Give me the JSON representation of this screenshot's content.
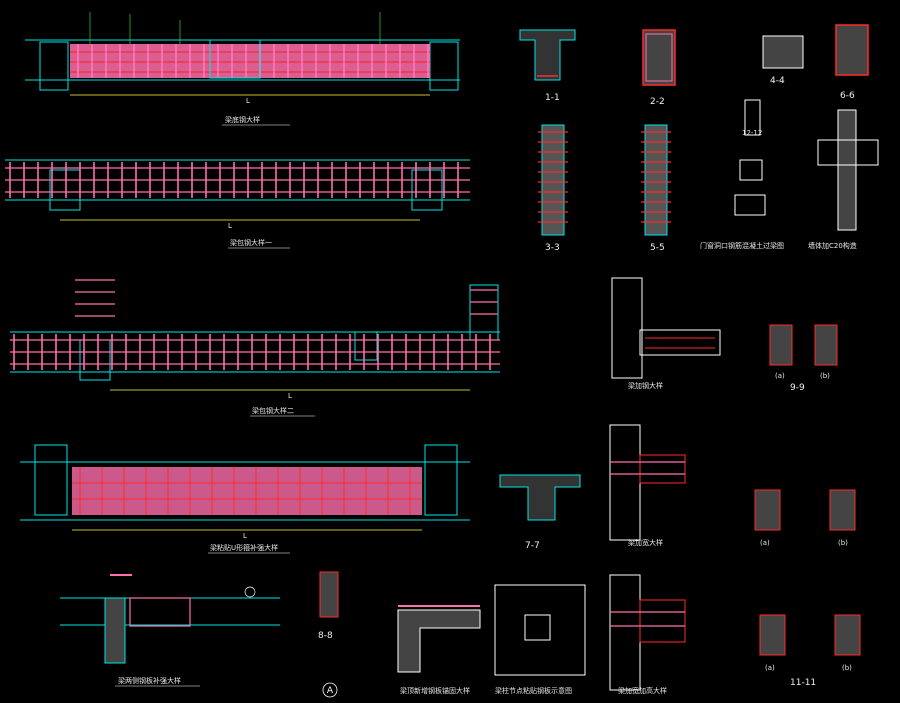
{
  "sheet": {
    "section_labels": [
      "1-1",
      "2-2",
      "4-4",
      "6-6",
      "3-3",
      "5-5",
      "7-7",
      "8-8",
      "9-9",
      "11-11",
      "12-12"
    ],
    "circle_marker": "A",
    "captions": [
      "梁底钢大样",
      "梁包钢大样一",
      "梁包钢大样二",
      "梁粘贴U形箍补强大样",
      "梁两侧钢板补强大样",
      "梁加钢大样",
      "梁加宽大样",
      "梁加宽加高大样",
      "梁顶新增钢板锚固大样",
      "梁柱节点粘贴钢板示意图",
      "门窗洞口钢筋混凝土过梁图",
      "墙体加C20构造"
    ],
    "notes": [
      "L",
      "L",
      "L",
      "L"
    ],
    "plate_labels": [
      "(a)",
      "(b)",
      "(a)",
      "(b)",
      "(a)",
      "(b)"
    ]
  },
  "colors": {
    "background": "#000000",
    "concrete": "#00e5e5",
    "steel_plate": "#ff6fae",
    "rebar": "#ff2a2a",
    "dimension": "#ffff3c",
    "text": "#ffffff",
    "leader": "#33ff33",
    "hatch": "#b0b0b0"
  }
}
